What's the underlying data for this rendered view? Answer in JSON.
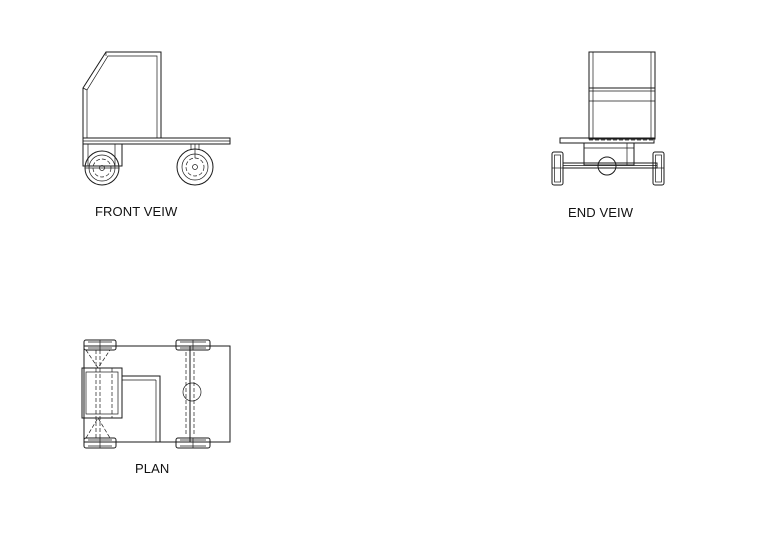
{
  "views": {
    "front": {
      "label": "FRONT VEIW"
    },
    "end": {
      "label": "END VEIW"
    },
    "plan": {
      "label": "PLAN"
    }
  },
  "colors": {
    "line": "#1a1a1a",
    "background": "#ffffff"
  }
}
